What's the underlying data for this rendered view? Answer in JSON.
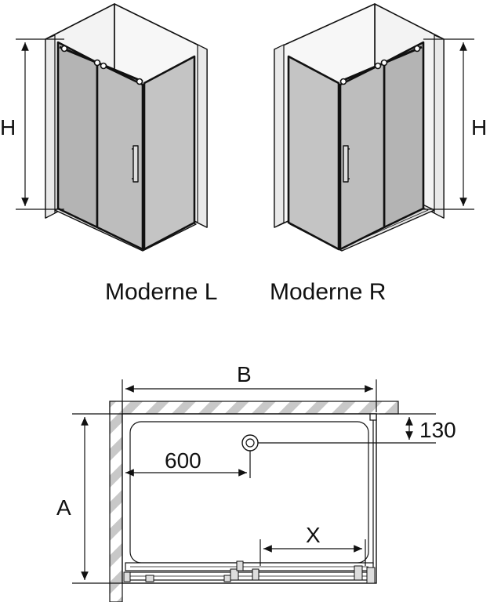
{
  "title_left": "Moderne L",
  "title_right": "Moderne R",
  "dims": {
    "height_left": "H",
    "height_right": "H",
    "width": "B",
    "depth": "A",
    "drain_offset": "600",
    "drain_edge": "130",
    "door_opening": "X"
  },
  "colors": {
    "glass": "#b9b9b9",
    "wall": "#f2f2f2",
    "line": "#111111",
    "hatch": "#bdbdbd"
  }
}
